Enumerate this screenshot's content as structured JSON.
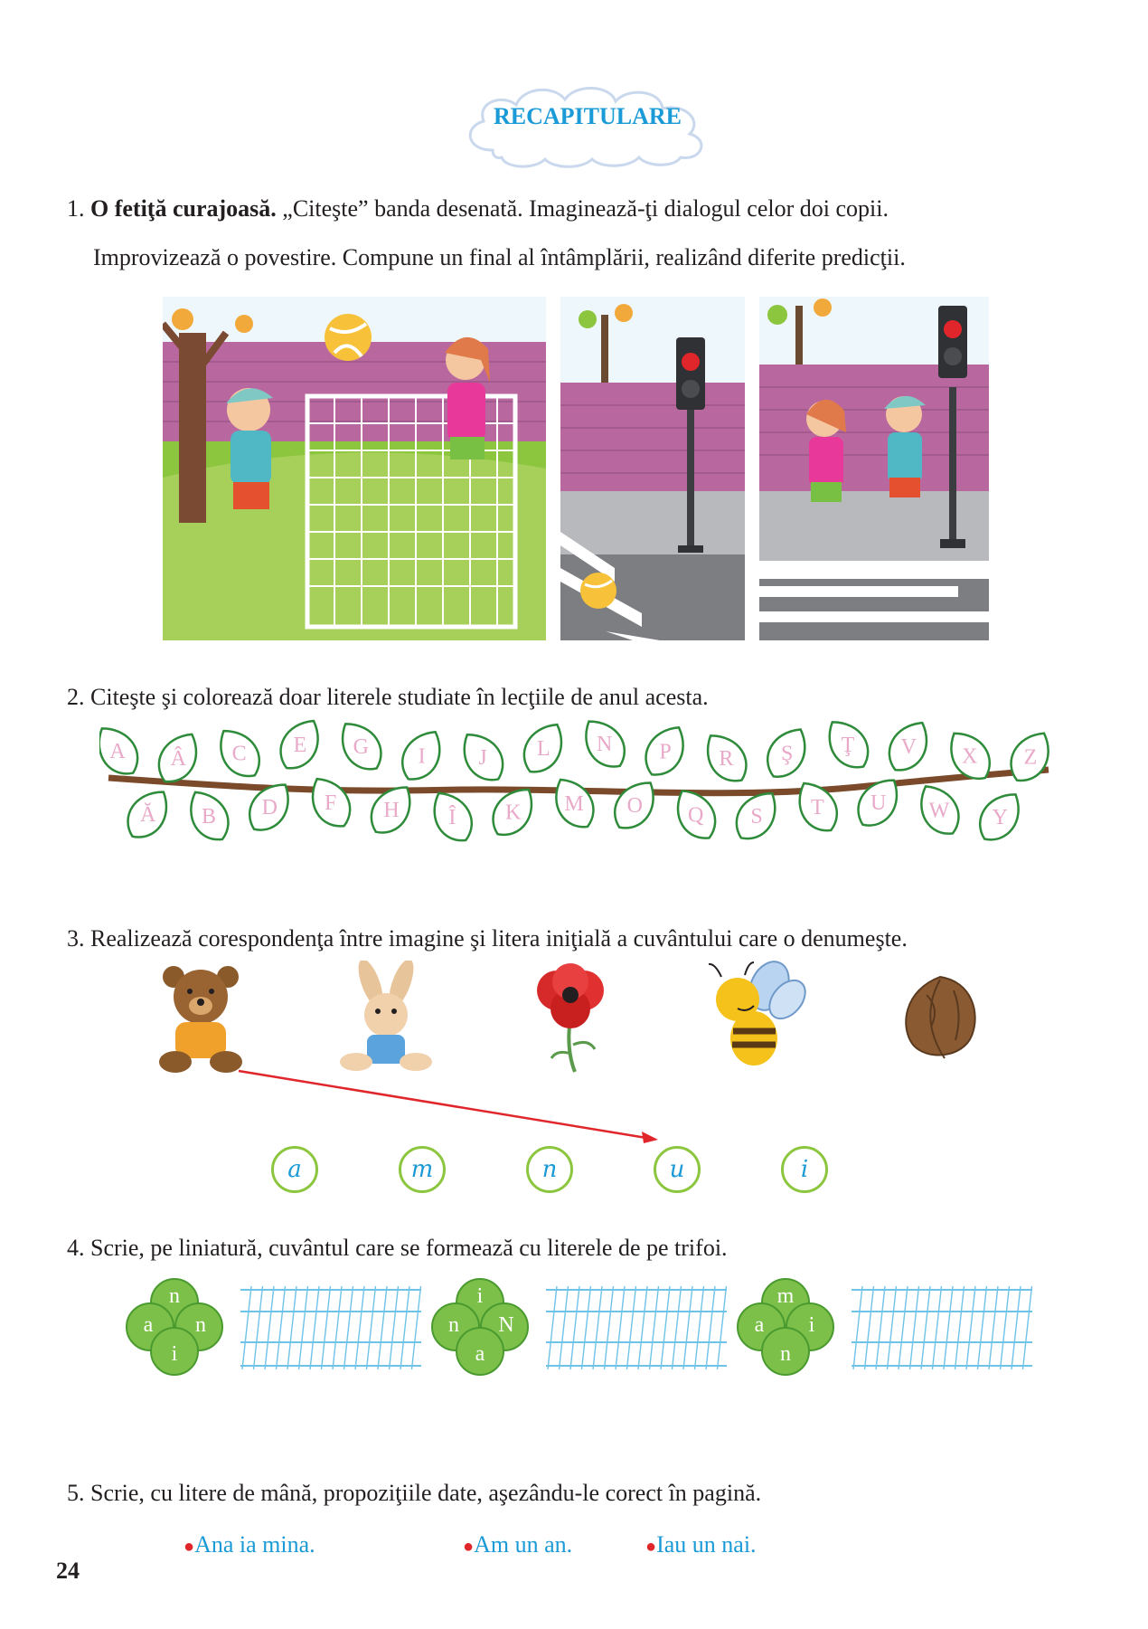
{
  "title": "RECAPITULARE",
  "exercise1": {
    "number": "1.",
    "bold_title": "O fetiţă curajoasă.",
    "line1_rest": "„Citeşte” banda desenată. Imaginează-ţi dialogul celor doi copii.",
    "line2": "Improvizează o povestire. Compune un final al întâmplării, realizând diferite predicţii."
  },
  "exercise2": {
    "text": "2. Citeşte şi colorează doar literele studiate în lecţiile de anul acesta.",
    "letters": [
      "A",
      "Ă",
      "Â",
      "B",
      "C",
      "D",
      "E",
      "F",
      "G",
      "H",
      "I",
      "Î",
      "J",
      "K",
      "L",
      "M",
      "N",
      "O",
      "P",
      "Q",
      "R",
      "S",
      "Ş",
      "T",
      "Ţ",
      "U",
      "V",
      "W",
      "X",
      "Y",
      "Z"
    ]
  },
  "exercise3": {
    "text": "3. Realizează corespondenţa între imagine şi litera iniţială a cuvântului care o denumeşte.",
    "pictures": [
      "teddy-bear",
      "bunny",
      "poppy",
      "bee",
      "walnut"
    ],
    "letters": [
      "a",
      "m",
      "n",
      "u",
      "i"
    ]
  },
  "exercise4": {
    "text": "4. Scrie, pe liniatură, cuvântul care se formează cu literele de pe trifoi.",
    "clovers": [
      {
        "top": "n",
        "left": "a",
        "right": "n",
        "bottom": "i"
      },
      {
        "top": "i",
        "left": "n",
        "right": "N",
        "bottom": "a"
      },
      {
        "top": "m",
        "left": "a",
        "right": "i",
        "bottom": "n"
      }
    ]
  },
  "exercise5": {
    "text": "5. Scrie, cu litere de mână, propoziţiile date, aşezându-le corect în pagină.",
    "sentences": [
      "Ana ia mina.",
      "Am un an.",
      "Iau un nai."
    ]
  },
  "page_number": "24",
  "colors": {
    "accent_blue": "#1a9ad6",
    "leaf_green": "#2e8b3a",
    "red": "#e0262b",
    "letter_pink": "#e9a9c8",
    "grid_blue": "#6fc3e8"
  }
}
